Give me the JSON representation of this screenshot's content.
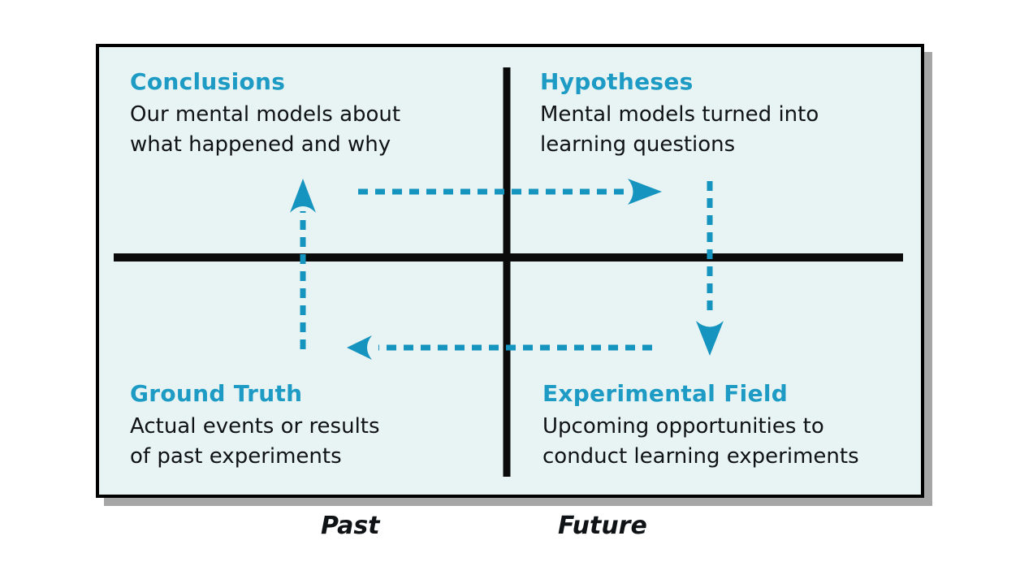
{
  "diagram": {
    "quadrants": {
      "conclusions": {
        "title": "Conclusions",
        "lines": [
          "Our mental models about",
          "what happened and why"
        ]
      },
      "hypotheses": {
        "title": "Hypotheses",
        "lines": [
          "Mental models turned into",
          "learning questions"
        ]
      },
      "ground_truth": {
        "title": "Ground Truth",
        "lines": [
          "Actual events or results",
          "of past experiments"
        ]
      },
      "experimental_field": {
        "title": "Experimental Field",
        "lines": [
          "Upcoming opportunities to",
          "conduct learning experiments"
        ]
      }
    },
    "axis_labels": {
      "past": "Past",
      "future": "Future"
    },
    "colors": {
      "accent": "#1d9bc4",
      "arrow": "#1494bf",
      "box_bg": "#e8f3f3",
      "box_border": "#000000",
      "shadow": "#a6a6a6",
      "text": "#101316"
    }
  }
}
